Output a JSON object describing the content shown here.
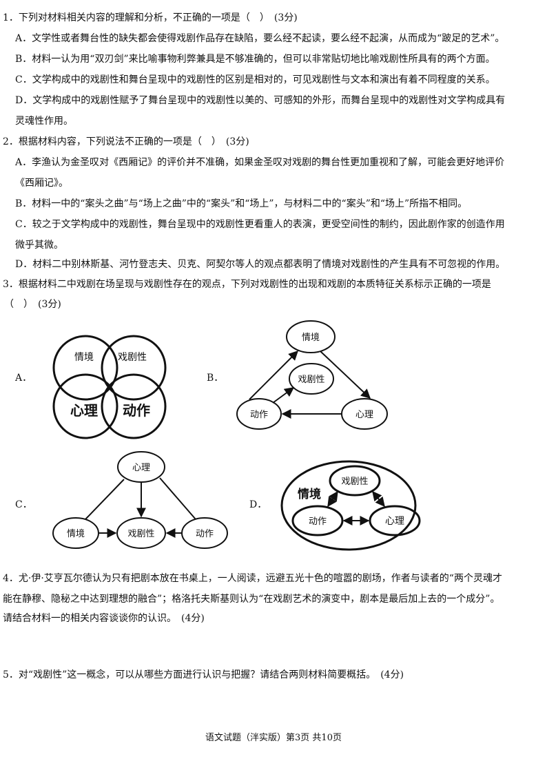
{
  "q1": {
    "stem": "1．下列对材料相关内容的理解和分析，不正确的一项是（　）　(3分)",
    "A": "A．文学性或者舞台性的缺失都会使得戏剧作品存在缺陷，要么经不起读，要么经不起演，从而成为“跛足的艺术”。",
    "B": "B．材料一认为用“双刃剑”来比喻事物利弊兼具是不够准确的，但可以非常贴切地比喻戏剧性所具有的两个方面。",
    "C": "C．文学构成中的戏剧性和舞台呈现中的戏剧性的区别是相对的，可见戏剧性与文本和演出有着不同程度的关系。",
    "D1": "D．文学构成中的戏剧性赋予了舞台呈现中的戏剧性以美的、可感知的外形，而舞台呈现中的戏剧性对文学构成具有",
    "D2": "灵魂性作用。"
  },
  "q2": {
    "stem": "2．根据材料内容，下列说法不正确的一项是（　）　(3分)",
    "A1": "A．李渔认为金圣叹对《西厢记》的评价并不准确，如果金圣叹对戏剧的舞台性更加重视和了解，可能会更好地评价",
    "A2": "《西厢记》。",
    "B": "B．材料一中的“案头之曲”与“场上之曲”中的“案头”和“场上”，与材料二中的“案头”和“场上”所指不相同。",
    "C1": "C．较之于文学构成中的戏剧性，舞台呈现中的戏剧性更看重人的表演，更受空间性的制约，因此剧作家的创造作用",
    "C2": "微乎其微。",
    "D": "D．材料二中别林斯基、河竹登志夫、贝克、阿契尔等人的观点都表明了情境对戏剧性的产生具有不可忽视的作用。"
  },
  "q3": {
    "stem1": "3．根据材料二中戏剧在场呈现与戏剧性存在的观点，下列对戏剧性的出现和戏剧的本质特征关系标示正确的一项是",
    "stem2": "（　）　(3分)",
    "labels": {
      "A": "A．",
      "B": "B．",
      "C": "C．",
      "D": "D．"
    },
    "terms": {
      "situation": "情境",
      "drama": "戏剧性",
      "psychology": "心理",
      "action": "动作"
    }
  },
  "q4": {
    "l1": "4．尤·伊·艾亨瓦尔德认为只有把剧本放在书桌上，一人阅读，远避五光十色的喧嚣的剧场，作者与读者的“两个灵魂才",
    "l2": "能在静穆、隐秘之中达到理想的融合”；格洛托夫斯基则认为“在戏剧艺术的演变中，剧本是最后加上去的一个成分”。",
    "l3": "请结合材料一的相关内容谈谈你的认识。　(4分)"
  },
  "q5": {
    "l1": "5．对“戏剧性”这一概念，可以从哪些方面进行认识与把握？请结合两则材料简要概括。　(4分)"
  },
  "footer": "语文试题（泮实版）第3页 共10页"
}
